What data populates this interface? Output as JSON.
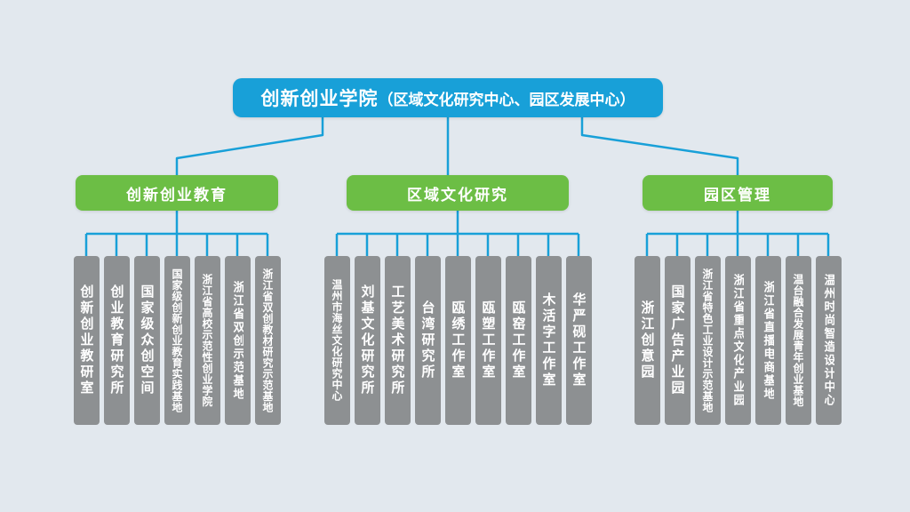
{
  "colors": {
    "background": "#e2e8ee",
    "root": "#18a0d8",
    "branch": "#6cbe45",
    "leaf": "#8d9092",
    "line": "#18a0d8",
    "text": "#ffffff"
  },
  "root": {
    "title": "创新创业学院",
    "subtitle": "（区域文化研究中心、园区发展中心）"
  },
  "groups": [
    {
      "label": "创新创业教育",
      "children": [
        "创新创业教研室",
        "创业教育研究所",
        "国家级众创空间",
        "国家级创新创业教育实践基地",
        "浙江省高校示范性创业学院",
        "浙江省双创示范基地",
        "浙江省双创教材研究示范基地"
      ]
    },
    {
      "label": "区域文化研究",
      "children": [
        "温州市海丝文化研究中心",
        "刘基文化研究所",
        "工艺美术研究所",
        "台湾研究所",
        "瓯绣工作室",
        "瓯塑工作室",
        "瓯窑工作室",
        "木活字工作室",
        "华严砚工作室"
      ]
    },
    {
      "label": "园区管理",
      "children": [
        "浙江创意园",
        "国家广告产业园",
        "浙江省特色工业设计示范基地",
        "浙江省重点文化产业园",
        "浙江省直播电商基地",
        "温台融合发展青年创业基地",
        "温州时尚智造设计中心"
      ]
    }
  ]
}
